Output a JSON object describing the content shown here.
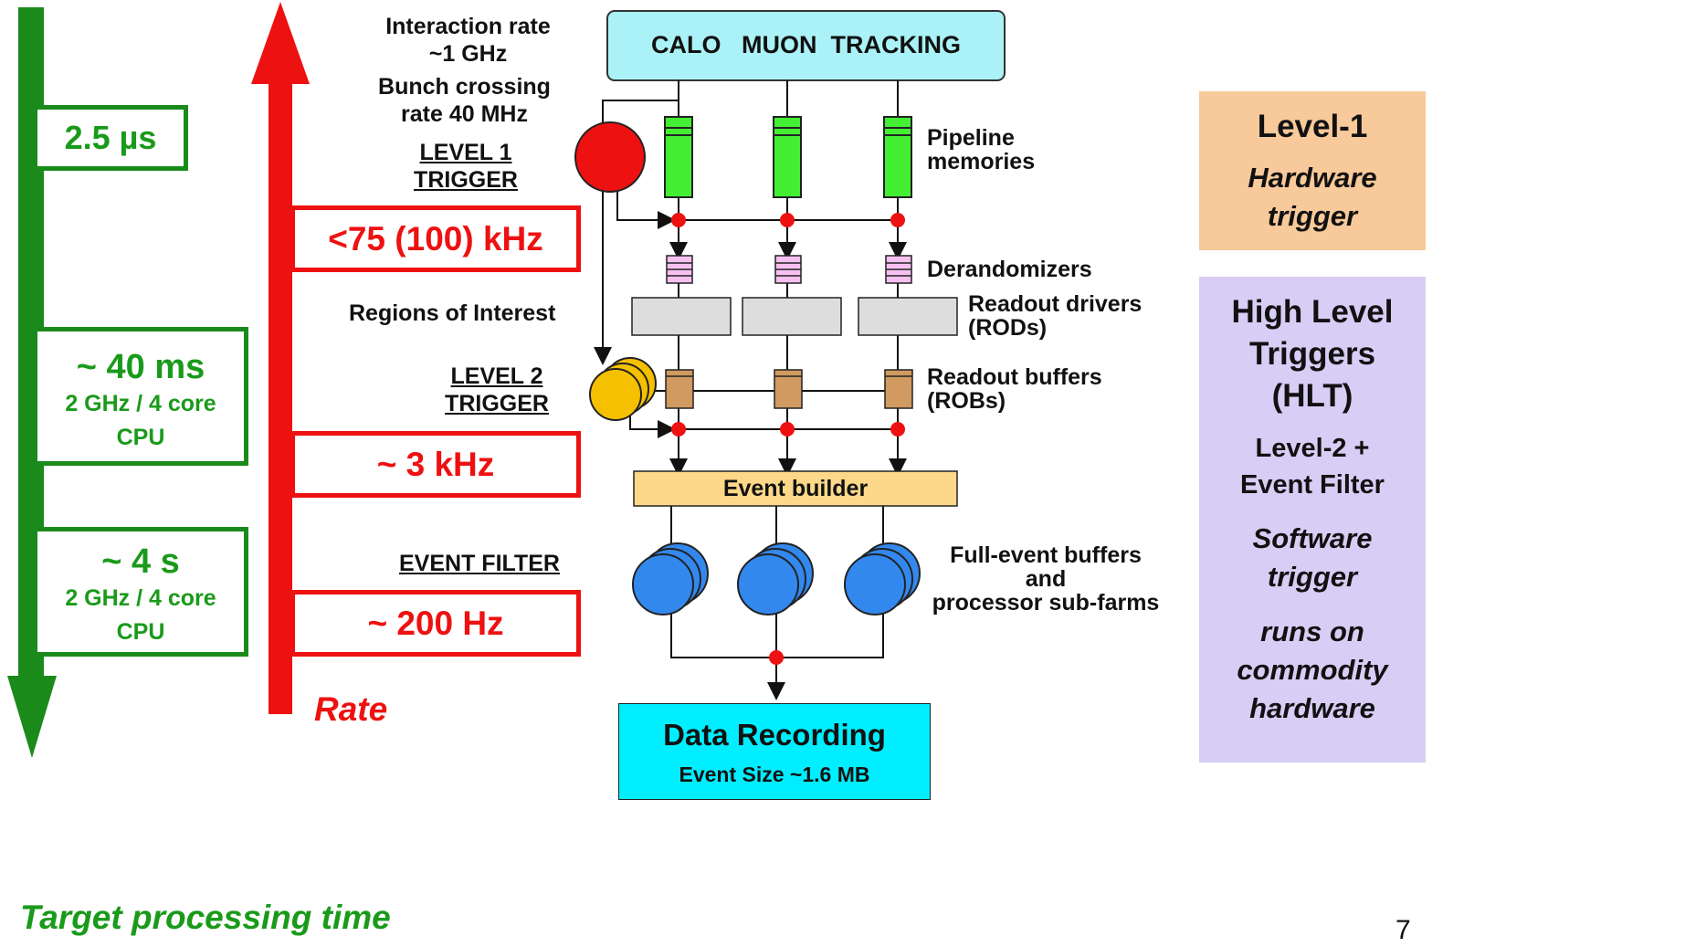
{
  "timeline": {
    "time_boxes": [
      {
        "main": "2.5 µs",
        "sub1": "",
        "sub2": ""
      },
      {
        "main": "~ 40 ms",
        "sub1": "2 GHz / 4 core",
        "sub2": "CPU"
      },
      {
        "main": "~ 4 s",
        "sub1": "2 GHz / 4 core",
        "sub2": "CPU"
      }
    ],
    "axis_label": "Target processing time",
    "axis_color": "#1a8a1a"
  },
  "rate": {
    "rate_boxes": [
      "<75 (100) kHz",
      "~ 3 kHz",
      "~ 200 Hz"
    ],
    "axis_label": "Rate",
    "axis_color": "#ee1111"
  },
  "diagram": {
    "interaction_rate": "Interaction rate",
    "interaction_value": "~1 GHz",
    "bunch_crossing": "Bunch crossing",
    "bunch_rate": "rate 40 MHz",
    "detectors": "CALO   MUON  TRACKING",
    "level1_line1": "LEVEL 1",
    "level1_line2": "TRIGGER",
    "level2_line1": "LEVEL 2",
    "level2_line2": "TRIGGER",
    "event_filter": "EVENT FILTER",
    "regions_of_interest": "Regions of Interest",
    "pipeline_line1": "Pipeline",
    "pipeline_line2": "memories",
    "derandomizers": "Derandomizers",
    "rod_line1": "Readout drivers",
    "rod_line2": "(RODs)",
    "rob_line1": "Readout buffers",
    "rob_line2": "(ROBs)",
    "event_builder": "Event builder",
    "farm_line1": "Full-event buffers",
    "farm_line2": "and",
    "farm_line3": "processor sub-farms",
    "data_recording": "Data Recording",
    "event_size": "Event Size ~1.6 MB"
  },
  "level1_panel": {
    "title": "Level-1",
    "desc_line1": "Hardware",
    "desc_line2": "trigger",
    "bg_color": "#f8c99a"
  },
  "hlt_panel": {
    "title_line1": "High Level",
    "title_line2": "Triggers",
    "title_line3": "(HLT)",
    "sub_line1": "Level-2 +",
    "sub_line2": "Event Filter",
    "desc_line1": "Software",
    "desc_line2": "trigger",
    "desc_line3": "runs on",
    "desc_line4": "commodity",
    "desc_line5": "hardware",
    "bg_color": "#d8cdf5"
  },
  "page_number": "7"
}
